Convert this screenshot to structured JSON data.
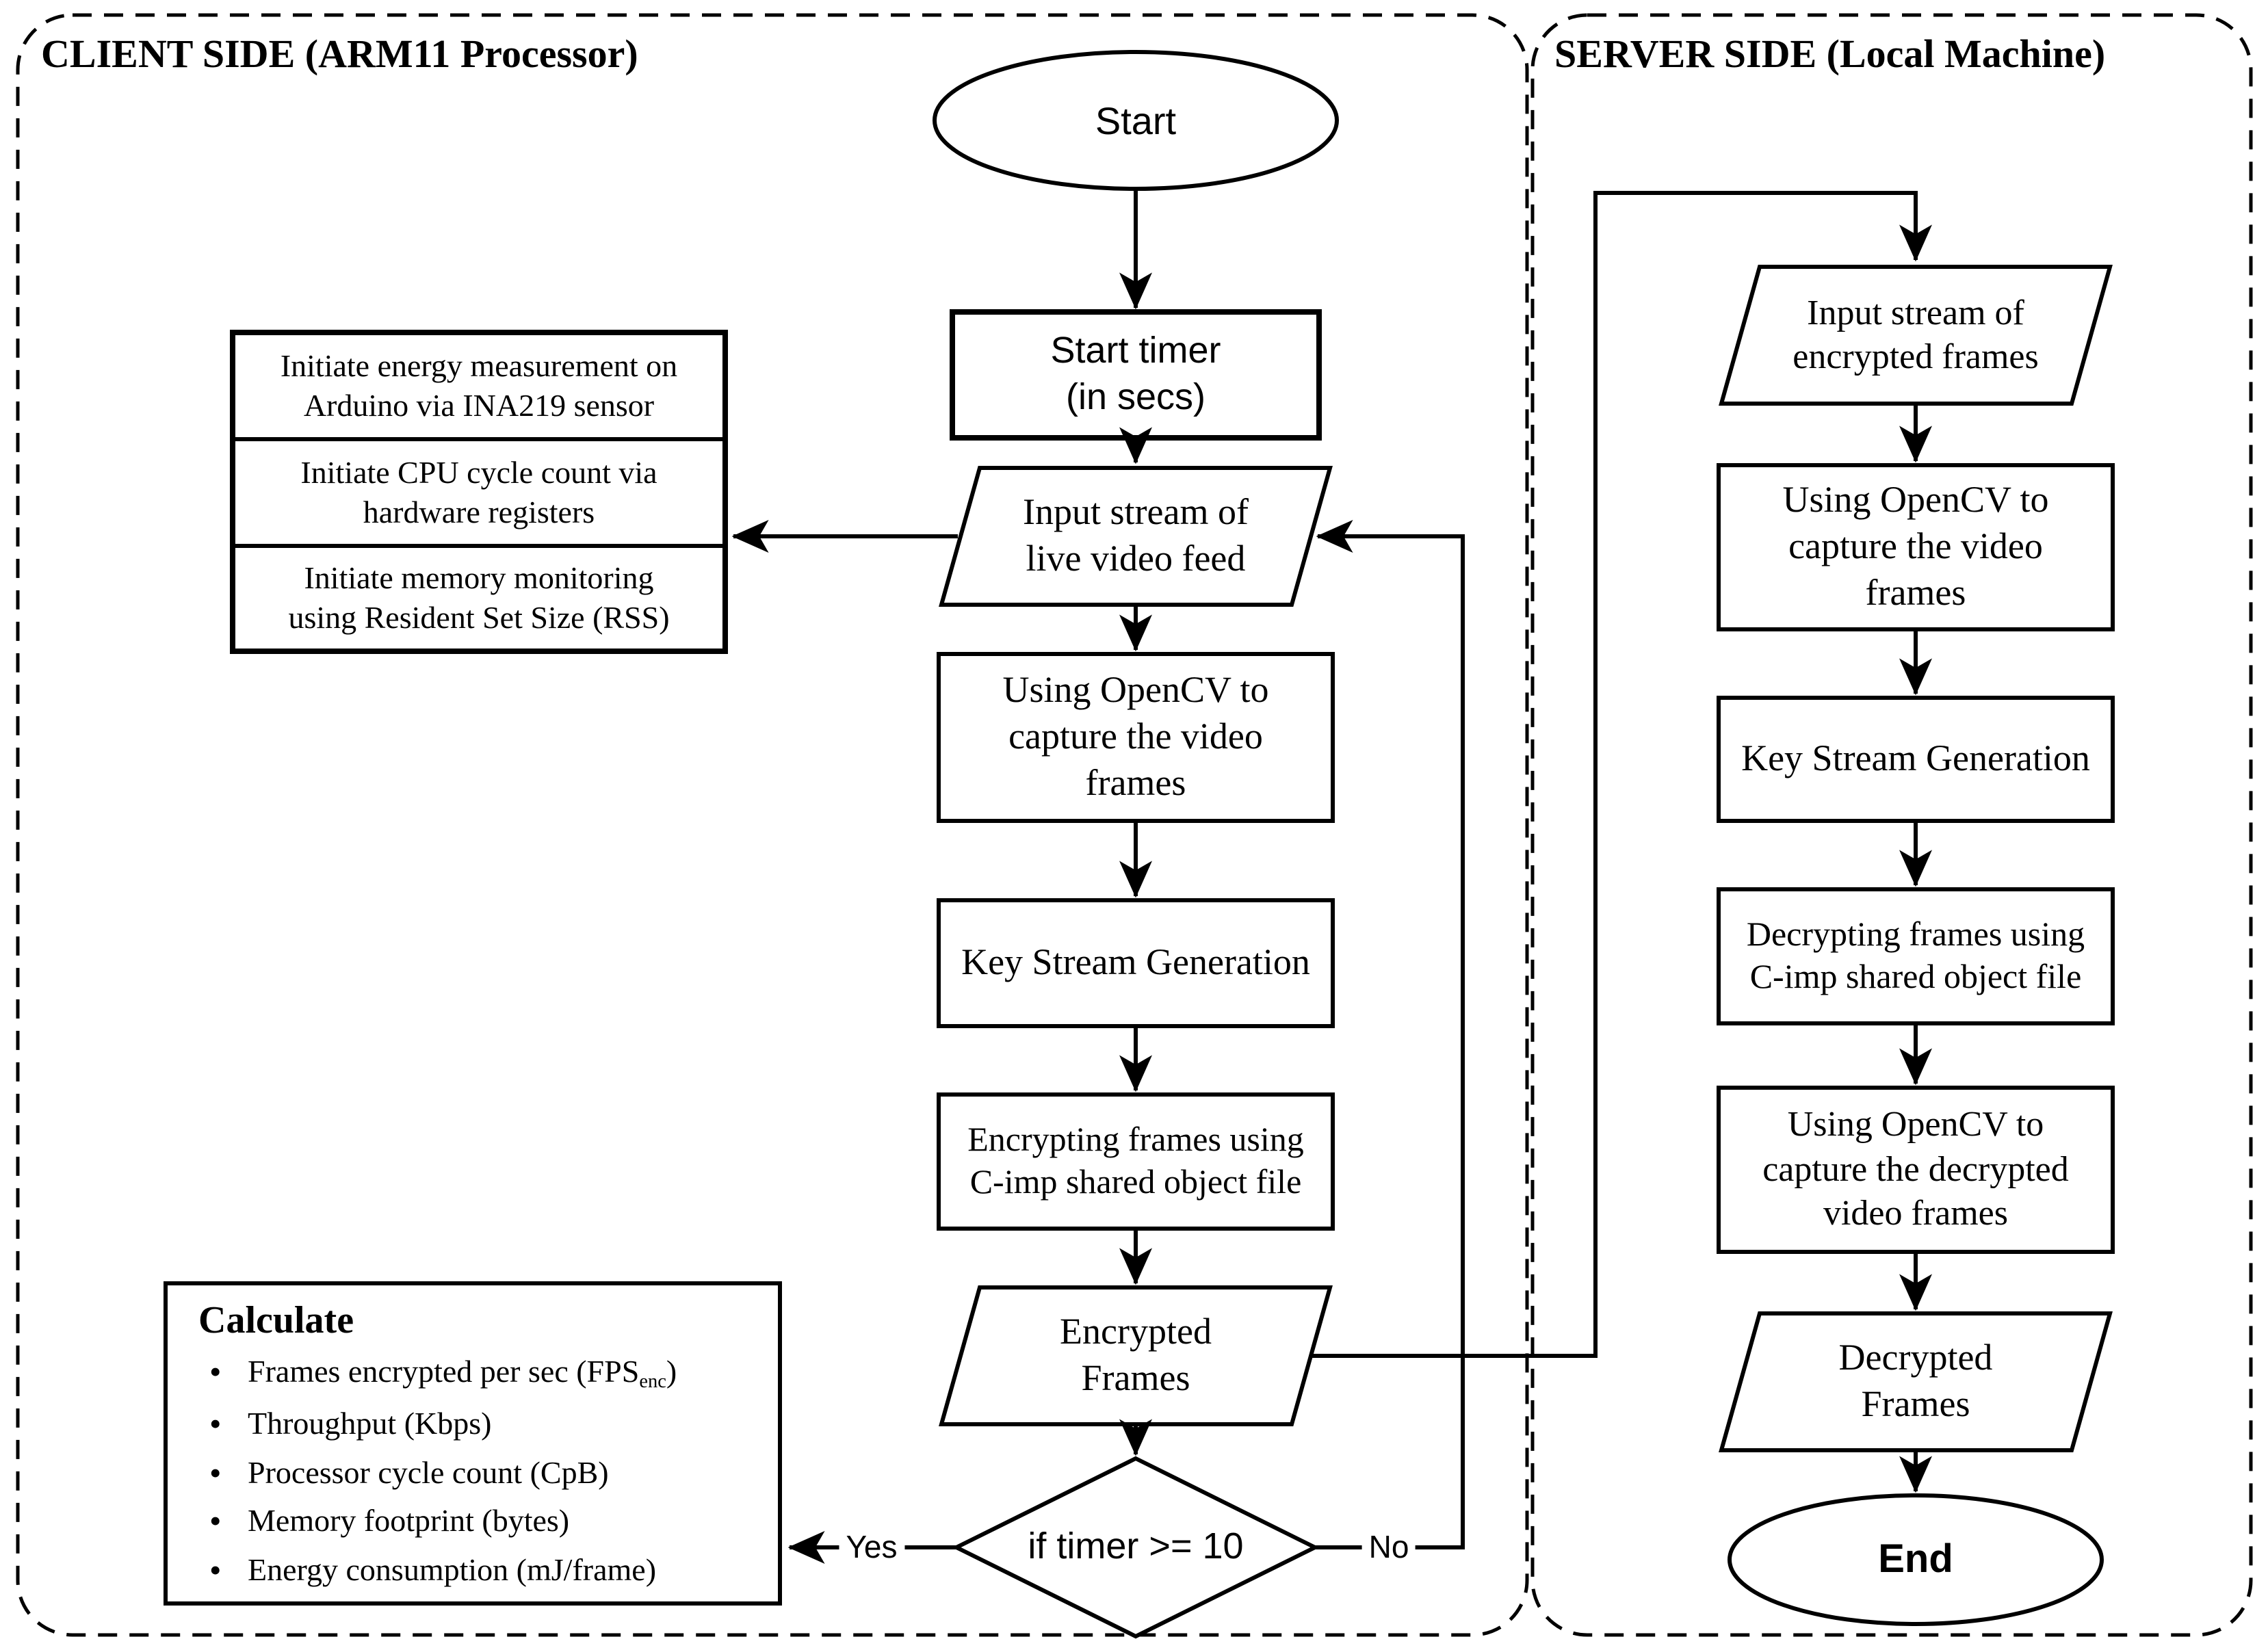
{
  "diagram": {
    "colors": {
      "ink": "#000000",
      "background": "#ffffff"
    },
    "client": {
      "header": "CLIENT SIDE (ARM11 Processor)",
      "nodes": {
        "start": "Start",
        "timer": "Start timer\n(in secs)",
        "input_stream": "Input stream of\nlive video feed",
        "init_energy": "Initiate energy measurement on\nArduino via INA219 sensor",
        "init_cpu": "Initiate CPU cycle count via\nhardware registers",
        "init_memory": "Initiate memory monitoring\nusing Resident Set Size (RSS)",
        "opencv_capture": "Using OpenCV to\ncapture the video\nframes",
        "key_stream": "Key Stream Generation",
        "encrypt": "Encrypting frames using\nC-imp shared object file",
        "encrypted_frames": "Encrypted\nFrames",
        "decision": "if timer >= 10",
        "yes_label": "Yes",
        "no_label": "No"
      },
      "calculate": {
        "title": "Calculate",
        "items": [
          {
            "pre": "Frames encrypted per sec (FPS",
            "sub": "enc",
            "post": ")"
          },
          {
            "pre": "Throughput (Kbps)",
            "sub": "",
            "post": ""
          },
          {
            "pre": "Processor cycle count (CpB)",
            "sub": "",
            "post": ""
          },
          {
            "pre": "Memory footprint (bytes)",
            "sub": "",
            "post": ""
          },
          {
            "pre": "Energy consumption (mJ/frame)",
            "sub": "",
            "post": ""
          }
        ]
      }
    },
    "server": {
      "header": "SERVER SIDE (Local Machine)",
      "nodes": {
        "input_encrypted": "Input stream of\nencrypted frames",
        "opencv_capture": "Using OpenCV to\ncapture the video\nframes",
        "key_stream": "Key Stream Generation",
        "decrypt": "Decrypting frames using\nC-imp shared object file",
        "opencv_decrypted": "Using OpenCV to\ncapture the decrypted\nvideo frames",
        "decrypted_frames": "Decrypted\nFrames",
        "end": "End"
      }
    }
  }
}
